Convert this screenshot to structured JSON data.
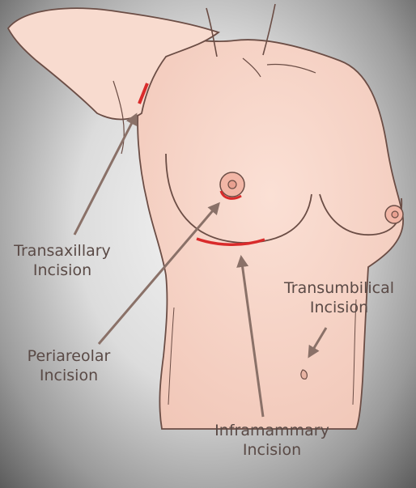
{
  "labels": {
    "transaxillary": {
      "line1": "Transaxillary",
      "line2": "Incision"
    },
    "transumbilical": {
      "line1": "Transumbilical",
      "line2": "Incision"
    },
    "periareolar": {
      "line1": "Periareolar",
      "line2": "Incision"
    },
    "inframammary": {
      "line1": "Inframammary",
      "line2": "Incision"
    }
  },
  "colors": {
    "skin": "#f6d3c6",
    "outline": "#6b4d45",
    "incision": "#d92b2b",
    "arrow": "#8a7168",
    "text": "#5a4a46"
  }
}
